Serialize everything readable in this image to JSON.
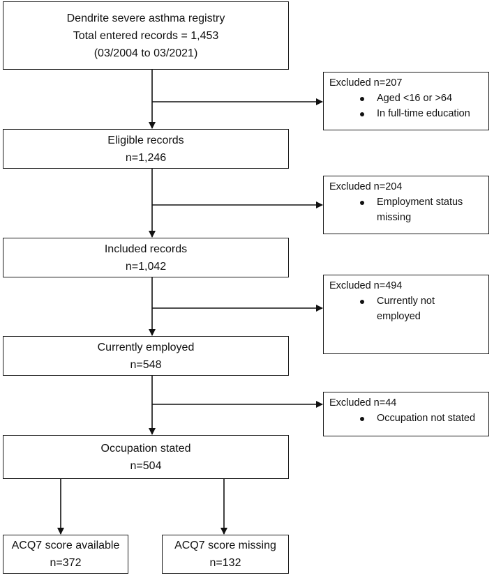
{
  "boxes": {
    "registry": {
      "lines": [
        "Dendrite severe asthma registry",
        "Total entered records = 1,453",
        "(03/2004  to 03/2021)"
      ]
    },
    "eligible": {
      "lines": [
        "Eligible records",
        "n=1,246"
      ]
    },
    "included": {
      "lines": [
        "Included records",
        "n=1,042"
      ]
    },
    "employed": {
      "lines": [
        "Currently employed",
        "n=548"
      ]
    },
    "occupation": {
      "lines": [
        "Occupation stated",
        "n=504"
      ]
    },
    "acq_available": {
      "lines": [
        "ACQ7 score available",
        "n=372"
      ]
    },
    "acq_missing": {
      "lines": [
        "ACQ7 score missing",
        "n=132"
      ]
    }
  },
  "exclusions": {
    "ex1": {
      "title": "Excluded n=207",
      "items": [
        "Aged <16 or >64",
        "In full-time education"
      ]
    },
    "ex2": {
      "title": "Excluded n=204",
      "items": [
        "Employment status missing"
      ]
    },
    "ex3": {
      "title": "Excluded n=494",
      "items": [
        "Currently not employed"
      ]
    },
    "ex4": {
      "title": "Excluded  n=44",
      "items": [
        "Occupation not stated"
      ]
    }
  }
}
